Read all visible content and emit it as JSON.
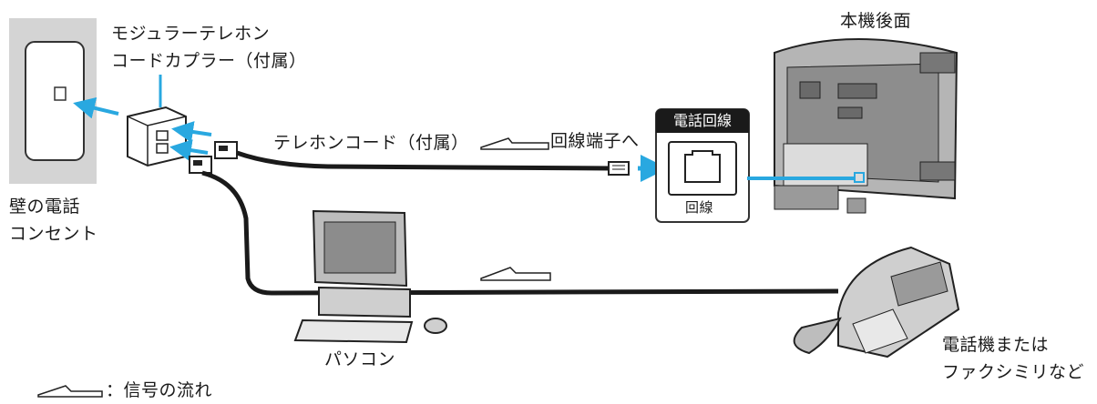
{
  "labels": {
    "coupler_line1": "モジュラーテレホン",
    "coupler_line2": "コードカプラー（付属）",
    "wall_line1": "壁の電話",
    "wall_line2": "コンセント",
    "phone_cord": "テレホンコード（付属）",
    "line_terminal": "回線端子へ",
    "rear": "本機後面",
    "panel_header": "電話回線",
    "panel_caption": "回線",
    "pc": "パソコン",
    "phone_line1": "電話機または",
    "phone_line2": "ファクシミリなど",
    "legend": "：信号の流れ"
  },
  "colors": {
    "arrow": "#29a8e0",
    "cable": "#1a1a1a",
    "wall": "#d9d9d9"
  }
}
